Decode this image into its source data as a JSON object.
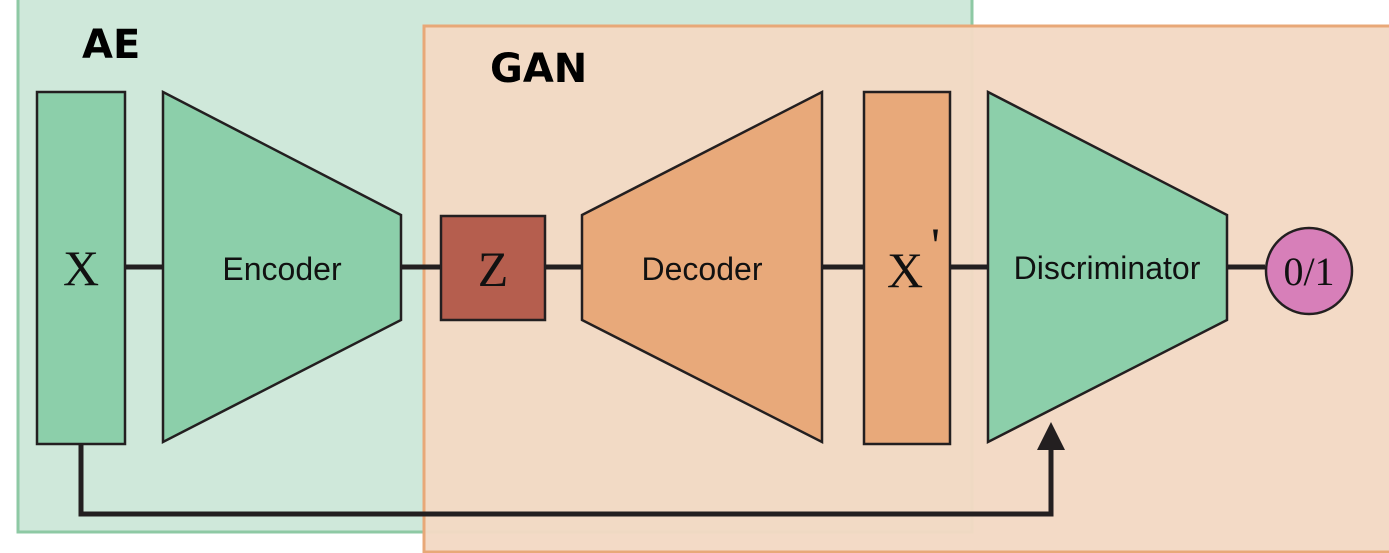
{
  "groups": {
    "ae": {
      "title": "AE",
      "fill": "#cfe8da",
      "stroke": "#8ec9a4"
    },
    "gan": {
      "title": "GAN",
      "fill": "#f3d9c4",
      "stroke": "#e8a878"
    }
  },
  "nodes": {
    "x": {
      "label": "X",
      "fill": "#8ccfaa"
    },
    "encoder": {
      "label": "Encoder",
      "fill": "#8ccfaa"
    },
    "z": {
      "label": "Z",
      "fill": "#b55e4e"
    },
    "decoder": {
      "label": "Decoder",
      "fill": "#e8a97a"
    },
    "x_prime": {
      "label": "X",
      "prime": "'",
      "fill": "#e8a97a"
    },
    "discriminator": {
      "label": "Discriminator",
      "fill": "#8ccfaa"
    },
    "output": {
      "label": "0/1",
      "fill": "#d77fb9"
    }
  },
  "edges": [
    [
      "x",
      "encoder"
    ],
    [
      "encoder",
      "z"
    ],
    [
      "z",
      "decoder"
    ],
    [
      "decoder",
      "x_prime"
    ],
    [
      "x_prime",
      "discriminator"
    ],
    [
      "discriminator",
      "output"
    ],
    [
      "x",
      "discriminator"
    ]
  ],
  "colors": {
    "stroke": "#231f20"
  }
}
